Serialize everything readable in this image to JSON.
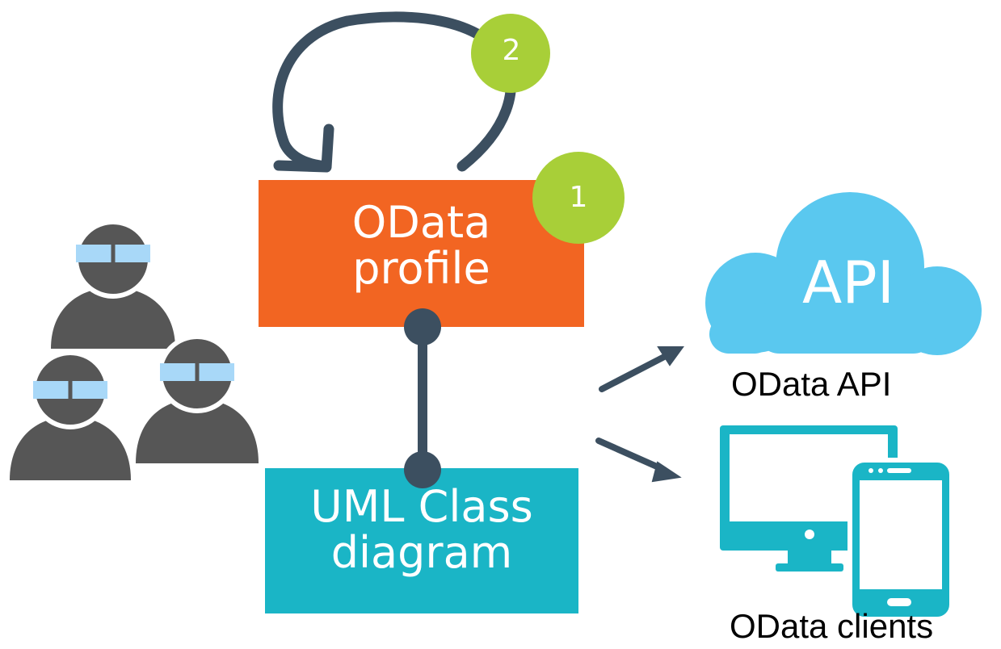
{
  "colors": {
    "profile_box": "#f26522",
    "uml_box": "#1ab5c6",
    "badge": "#a8cf38",
    "connector": "#3c4f60",
    "user_body": "#565656",
    "goggles": "#a8d8f8",
    "cloud": "#5ac8ef",
    "devices": "#1ab5c6"
  },
  "nodes": {
    "profile": {
      "label": "OData\nprofile"
    },
    "uml": {
      "label": "UML Class\ndiagram"
    },
    "badge1": {
      "label": "1"
    },
    "badge2": {
      "label": "2"
    },
    "api_cloud": {
      "label": "API"
    },
    "api_caption": {
      "label": "OData API"
    },
    "clients_caption": {
      "label": "OData clients"
    }
  },
  "icons": {
    "users": "users-group-icon",
    "cloud": "cloud-icon",
    "devices": "monitor-and-phone-icon"
  }
}
